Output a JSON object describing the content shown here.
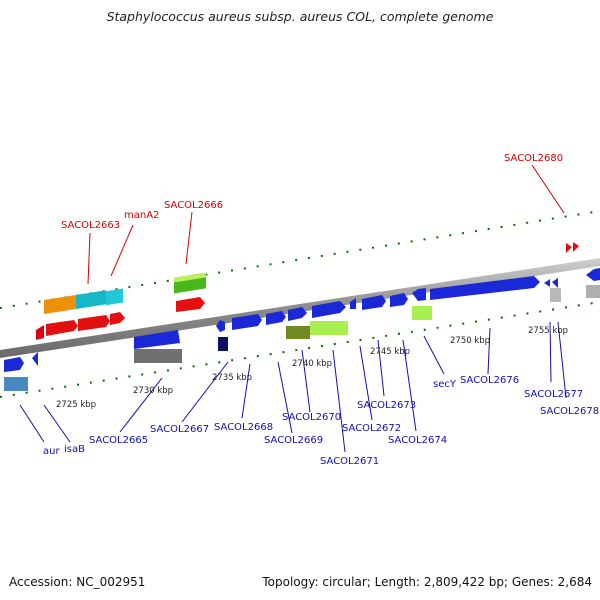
{
  "title": "Staphylococcus aureus subsp. aureus COL, complete genome",
  "footer": {
    "accession": "Accession: NC_002951",
    "topology": "Topology: circular; Length: 2,809,422 bp; Genes: 2,684"
  },
  "colors": {
    "red_label": "#d40000",
    "blue_label": "#1010b0",
    "backbone": "#909090",
    "tick": "#007000"
  },
  "ticks": [
    "2725 kbp",
    "2730 kbp",
    "2735 kbp",
    "2740 kbp",
    "2745 kbp",
    "2750 kbp",
    "2755 kbp"
  ],
  "labels": {
    "red": [
      "SACOL2663",
      "manA2",
      "SACOL2666",
      "SACOL2680"
    ],
    "blue": [
      "aur",
      "isaB",
      "SACOL2665",
      "SACOL2667",
      "SACOL2668",
      "SACOL2669",
      "SACOL2670",
      "SACOL2671",
      "SACOL2672",
      "SACOL2673",
      "SACOL2674",
      "secY",
      "SACOL2676",
      "SACOL2677",
      "SACOL2678"
    ]
  }
}
